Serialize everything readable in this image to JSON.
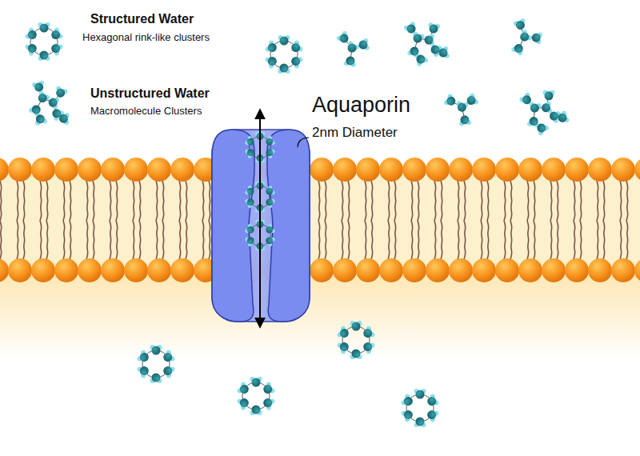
{
  "diagram": {
    "labels": [
      "Structured Water",
      "Hexagonal rink-like clusters",
      "Unstructured Water",
      "Macromolecule Clusters",
      "Aquaporin",
      "2nm Diameter"
    ]
  }
}
